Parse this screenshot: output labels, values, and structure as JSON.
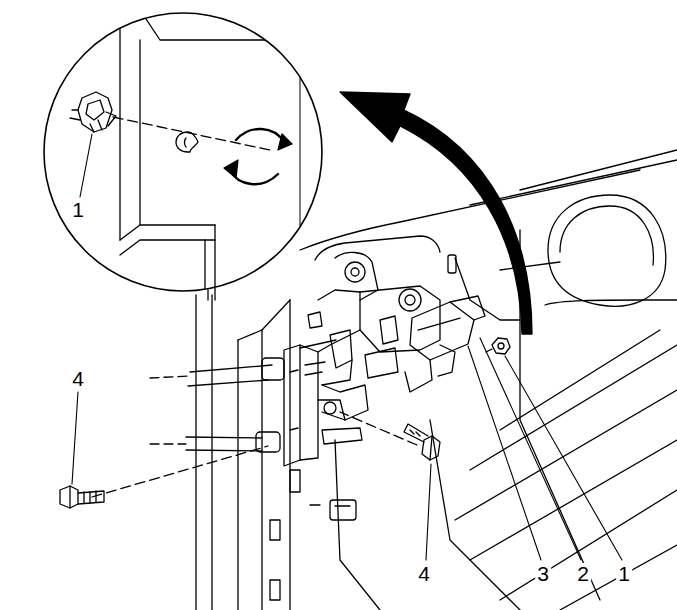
{
  "diagram": {
    "labels": [
      "1",
      "4",
      "4",
      "3",
      "2",
      "1"
    ]
  }
}
